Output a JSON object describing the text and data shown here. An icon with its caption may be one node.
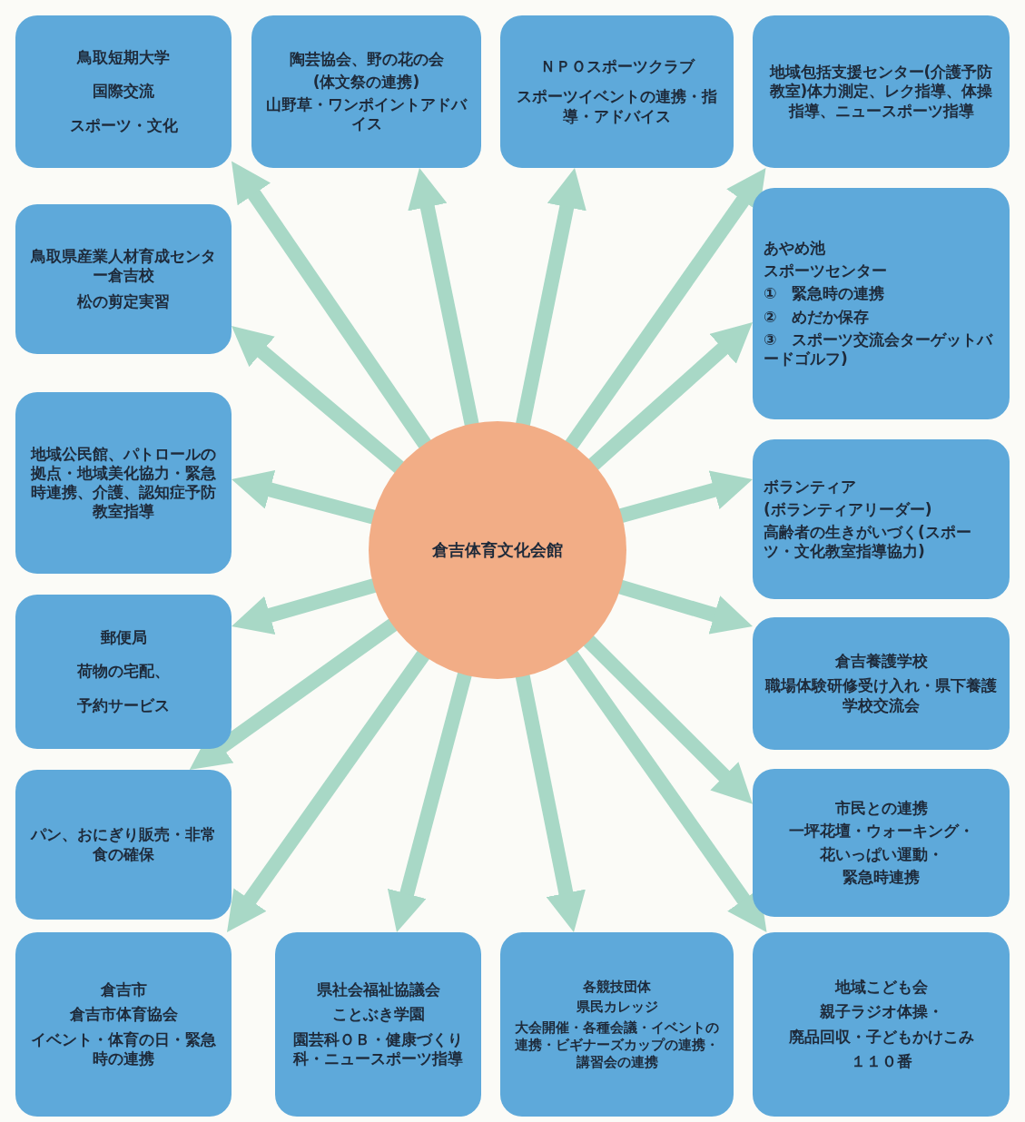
{
  "diagram": {
    "nodes": [
      {
        "text": [
          "鳥取短期大学",
          "国際交流",
          "スポーツ・文化"
        ]
      },
      {
        "text": [
          "陶芸協会、野の花の会",
          "(体文祭の連携)",
          "山野草・ワンポイントアドバイス"
        ]
      },
      {
        "text": [
          "ＮＰＯスポーツクラブ",
          "スポーツイベントの連携・指導・アドバイス"
        ]
      },
      {
        "text": [
          "地域包括支援センター(介護予防教室)体力測定、レク指導、体操指導、ニュースポーツ指導"
        ]
      },
      {
        "text": [
          "鳥取県産業人材育成センター倉吉校",
          "松の剪定実習"
        ]
      },
      {
        "text": [
          "あやめ池",
          "スポーツセンター",
          "①　緊急時の連携",
          "②　めだか保存",
          "③　スポーツ交流会ターゲットバードゴルフ)"
        ]
      },
      {
        "text": [
          "地域公民館、パトロールの拠点・地域美化協力・緊急時連携、介護、認知症予防教室指導"
        ]
      },
      {
        "text": [
          "倉吉体育文化会館"
        ]
      },
      {
        "text": [
          "ボランティア",
          "(ボランティアリーダー)",
          "高齢者の生きがいづく(スポーツ・文化教室指導協力)"
        ]
      },
      {
        "text": [
          "郵便局",
          "荷物の宅配、",
          "予約サービス"
        ]
      },
      {
        "text": [
          "倉吉養護学校",
          "職場体験研修受け入れ・県下養護学校交流会"
        ]
      },
      {
        "text": [
          "パン、おにぎり販売・非常食の確保"
        ]
      },
      {
        "text": [
          "市民との連携",
          "一坪花壇・ウォーキング・",
          "花いっぱい運動・",
          "緊急時連携"
        ]
      },
      {
        "text": [
          "倉吉市",
          "倉吉市体育協会",
          "イベント・体育の日・緊急時の連携"
        ]
      },
      {
        "text": [
          "県社会福祉協議会",
          "ことぶき学園",
          "園芸科ＯＢ・健康づくり科・ニュースポーツ指導"
        ]
      },
      {
        "text": [
          "各競技団体",
          "県民カレッジ",
          "大会開催・各種会議・イベントの連携・ビギナーズカップの連携・講習会の連携"
        ]
      },
      {
        "text": [
          "地域こども会",
          "親子ラジオ体操・",
          "廃品回収・子どもかけこみ",
          "１１０番"
        ]
      }
    ],
    "edges": [
      {
        "from": 7,
        "to": 0,
        "arrow": "to"
      },
      {
        "from": 7,
        "to": 1,
        "arrow": "to"
      },
      {
        "from": 7,
        "to": 2,
        "arrow": "to"
      },
      {
        "from": 7,
        "to": 3,
        "arrow": "to"
      },
      {
        "from": 7,
        "to": 4,
        "arrow": "to"
      },
      {
        "from": 7,
        "to": 5,
        "arrow": "to"
      },
      {
        "from": 7,
        "to": 6,
        "arrow": "to"
      },
      {
        "from": 7,
        "to": 8,
        "arrow": "to"
      },
      {
        "from": 7,
        "to": 9,
        "arrow": "to"
      },
      {
        "from": 7,
        "to": 10,
        "arrow": "to"
      },
      {
        "from": 7,
        "to": 11,
        "arrow": "to"
      },
      {
        "from": 7,
        "to": 12,
        "arrow": "to"
      },
      {
        "from": 7,
        "to": 13,
        "arrow": "to"
      },
      {
        "from": 7,
        "to": 14,
        "arrow": "to"
      },
      {
        "from": 7,
        "to": 15,
        "arrow": "to"
      },
      {
        "from": 7,
        "to": 16,
        "arrow": "to"
      }
    ]
  }
}
